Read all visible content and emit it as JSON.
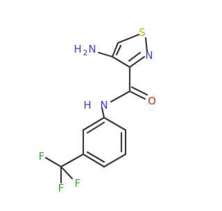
{
  "molecule": {
    "atoms": {
      "sulfur": "S",
      "ring_nitrogen": "N",
      "amino_h": "H",
      "amino_h_count": "2",
      "amino_n": "N",
      "amide_n": "N",
      "amide_h": "H",
      "carbonyl_o": "O",
      "fluorine_1": "F",
      "fluorine_2": "F",
      "fluorine_3": "F"
    },
    "colors": {
      "bond": "#3b3b3b",
      "sulfur": "#c8b400",
      "nitrogen": "#3a3cf0",
      "oxygen": "#e8281c",
      "fluorine": "#27b832"
    }
  }
}
